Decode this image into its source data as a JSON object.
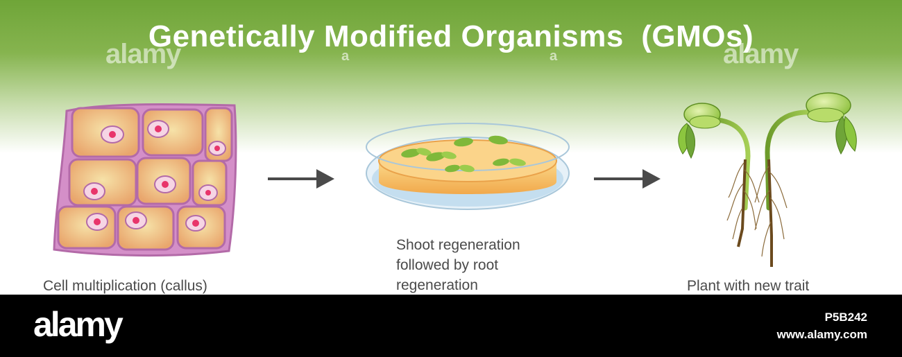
{
  "title": "Genetically Modified Organisms  (GMOs)",
  "watermark": {
    "text": "alamy",
    "letter": "a"
  },
  "steps": [
    {
      "caption": "Cell multiplication (callus)",
      "icon": "callus-cells-icon"
    },
    {
      "caption_lines": [
        "Shoot regeneration",
        "followed by root",
        "regeneration"
      ],
      "icon": "petri-dish-icon"
    },
    {
      "caption": "Plant with new trait",
      "icon": "seedlings-icon"
    }
  ],
  "footer": {
    "brand": "alamy",
    "image_id": "P5B242",
    "site": "www.alamy.com"
  },
  "colors": {
    "header_green": "#6fa538",
    "cell_outline": "#b36aa8",
    "cell_fill": "#f4c88c",
    "nucleus": "#e8356b",
    "arrow": "#4a4a4a",
    "leaf_green": "#8cc63f",
    "root_brown": "#6b4a1e",
    "footer_bg": "#000000"
  }
}
